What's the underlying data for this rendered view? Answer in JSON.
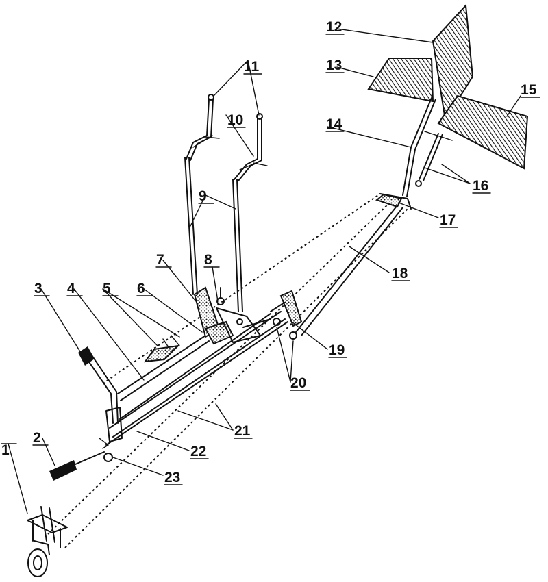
{
  "labels": [
    "1",
    "2",
    "3",
    "4",
    "5",
    "6",
    "7",
    "8",
    "9",
    "10",
    "11",
    "12",
    "13",
    "14",
    "15",
    "16",
    "17",
    "18",
    "19",
    "20",
    "21",
    "22",
    "23"
  ]
}
